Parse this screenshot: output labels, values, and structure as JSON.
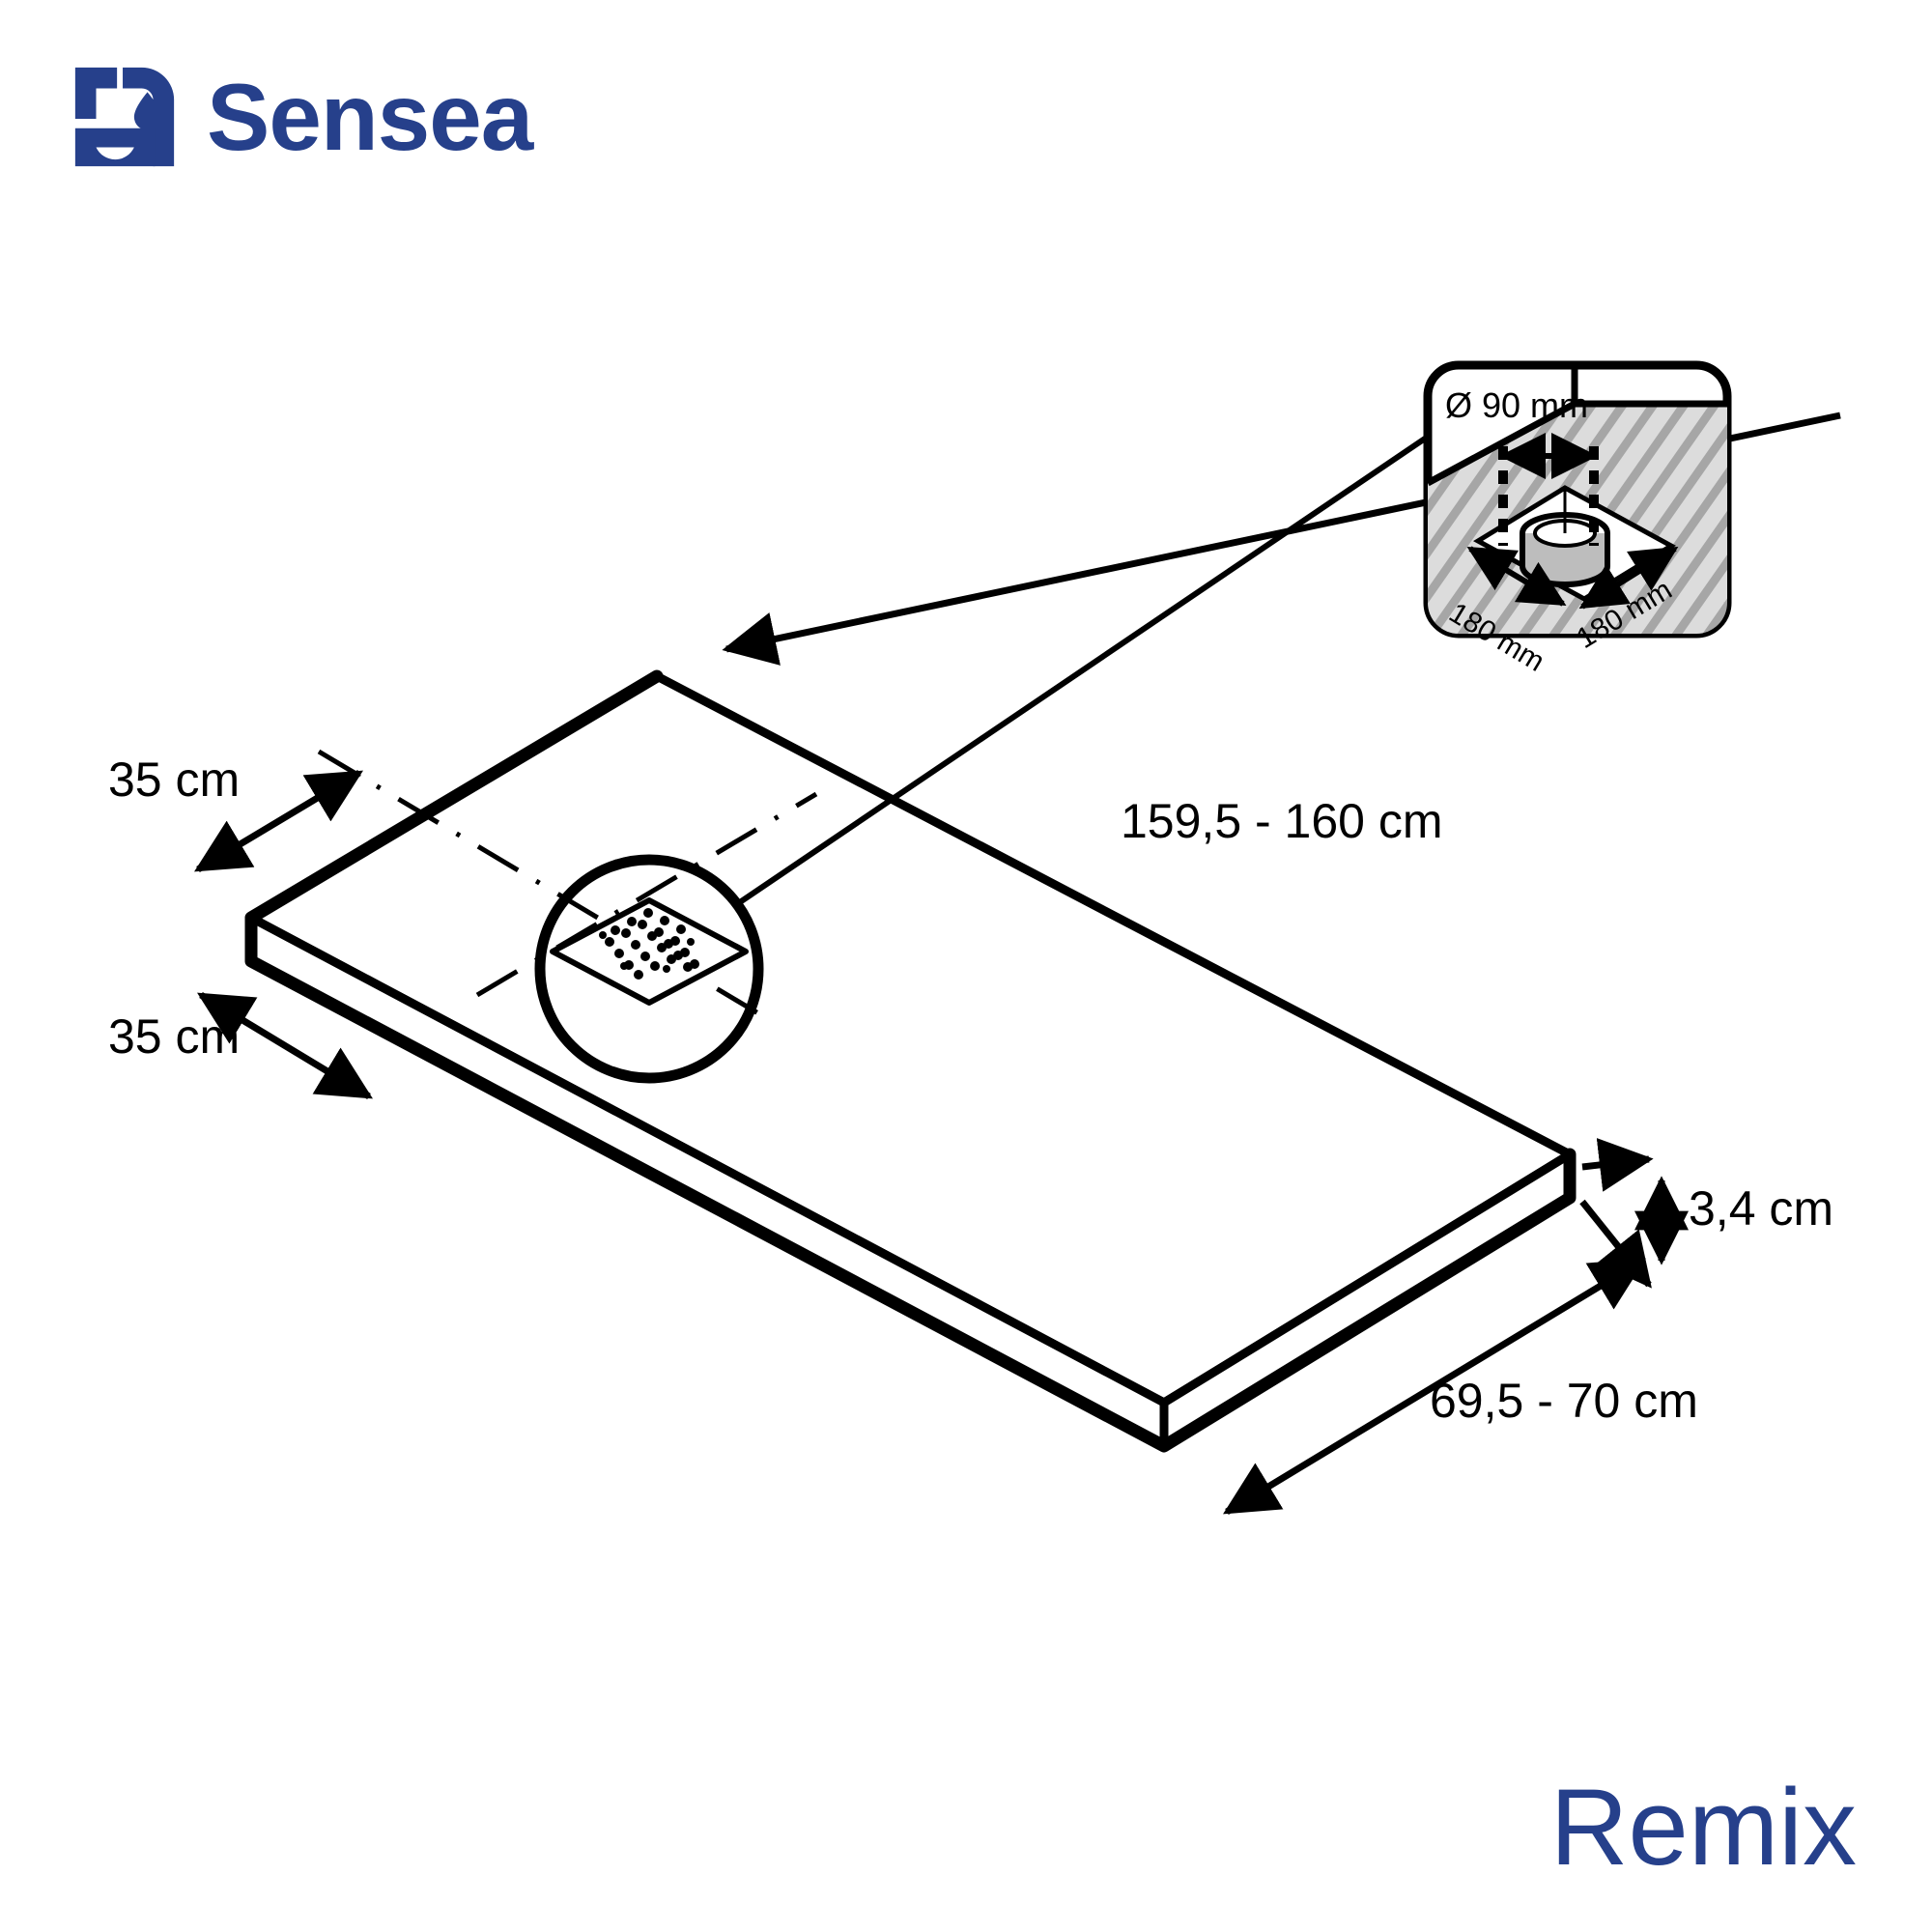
{
  "brand": {
    "name": "Sensea",
    "logo_icon": "sensea-monogram-icon",
    "color": "#26408B"
  },
  "model": {
    "name": "Remix",
    "color": "#26408B"
  },
  "product": {
    "type": "shower tray",
    "view": "isometric technical dimension drawing"
  },
  "dimensions": {
    "length": "159,5 - 160 cm",
    "width": "69,5 - 70 cm",
    "thickness": "3,4 cm",
    "drain_offset_top": "35 cm",
    "drain_offset_bottom": "35 cm"
  },
  "detail_inset": {
    "title_icon": "drain-detail-icon",
    "drain_diameter": "Ø 90 mm",
    "cutout_left": "180 mm",
    "cutout_right": "180 mm"
  },
  "callouts": {
    "drain_grate_icon": "drain-grate-icon",
    "magnifier_icon": "detail-circle-icon"
  },
  "colors": {
    "brand_blue": "#26408B",
    "line_black": "#000000",
    "hatch_grey": "#9a9a9a",
    "fill_grey": "#d9d9d9"
  }
}
